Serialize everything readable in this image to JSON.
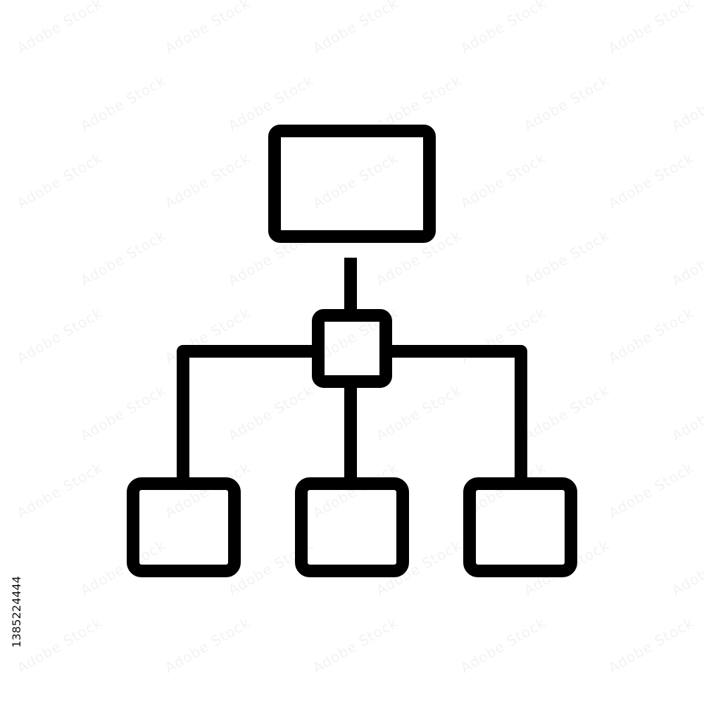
{
  "image_id_text": "1385224444",
  "watermark_text": "Adobe Stock",
  "colors": {
    "background": "#ffffff",
    "stroke": "#000000"
  },
  "diagram": {
    "type": "hierarchy-icon",
    "nodes": [
      {
        "id": "root",
        "shape": "rectangle"
      },
      {
        "id": "hub",
        "shape": "square"
      },
      {
        "id": "child-left",
        "shape": "rounded-square"
      },
      {
        "id": "child-center",
        "shape": "rounded-square"
      },
      {
        "id": "child-right",
        "shape": "rounded-square"
      }
    ],
    "edges": [
      {
        "from": "root",
        "to": "hub"
      },
      {
        "from": "hub",
        "to": "child-left"
      },
      {
        "from": "hub",
        "to": "child-center"
      },
      {
        "from": "hub",
        "to": "child-right"
      }
    ]
  }
}
